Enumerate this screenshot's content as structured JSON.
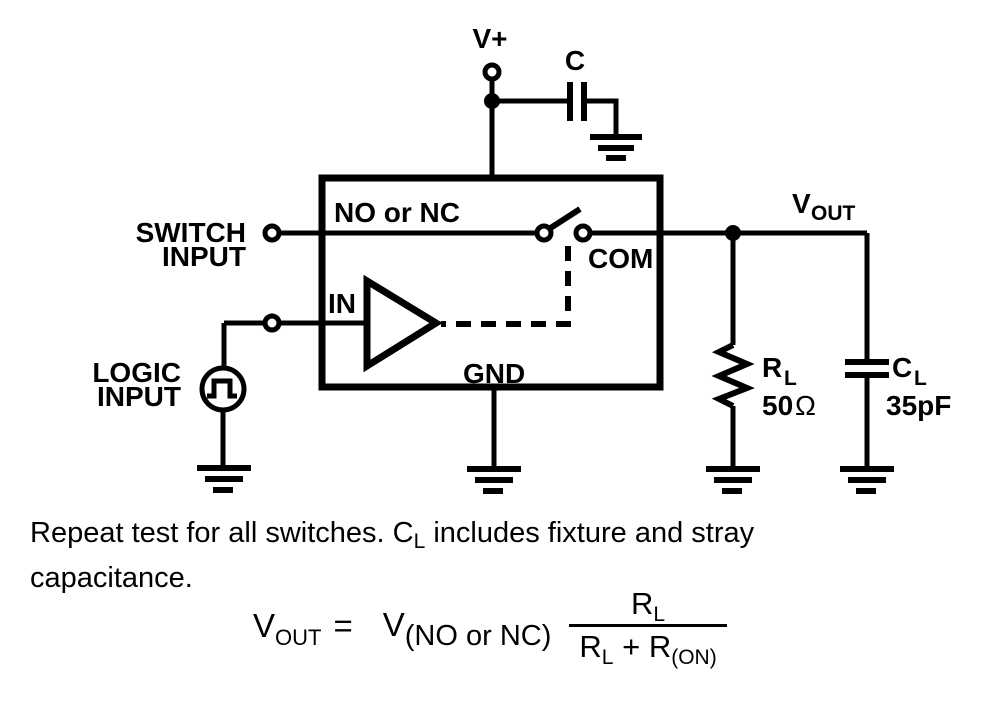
{
  "colors": {
    "ink": "#000000",
    "background": "#ffffff"
  },
  "diagram": {
    "supply": {
      "label": "V+"
    },
    "bypass_capacitor": {
      "label": "C"
    },
    "ic": {
      "no_nc_label": "NO or NC",
      "com_label": "COM",
      "in_label": "IN",
      "gnd_label": "GND"
    },
    "switch_input": {
      "line1": "SWITCH",
      "line2": "INPUT"
    },
    "logic_input": {
      "line1": "LOGIC",
      "line2": "INPUT"
    },
    "vout": {
      "main": "V",
      "sub": "OUT"
    },
    "load_resistor": {
      "main": "R",
      "sub": "L",
      "value": "50",
      "unit": "Ω"
    },
    "load_capacitor": {
      "main": "C",
      "sub": "L",
      "value": "35pF"
    }
  },
  "note": {
    "line1_pre": "Repeat test for all switches. C",
    "line1_sub": "L",
    "line1_post": " includes fixture and stray",
    "line2": "capacitance."
  },
  "formula": {
    "lhs_main": "V",
    "lhs_sub": "OUT",
    "equals": "=",
    "rhs_main": "V",
    "rhs_sub": "(NO or NC)",
    "num_main": "R",
    "num_sub": "L",
    "den_r1": "R",
    "den_r1_sub": "L",
    "den_plus": "+",
    "den_r2": "R",
    "den_r2_sub": "(ON)"
  }
}
